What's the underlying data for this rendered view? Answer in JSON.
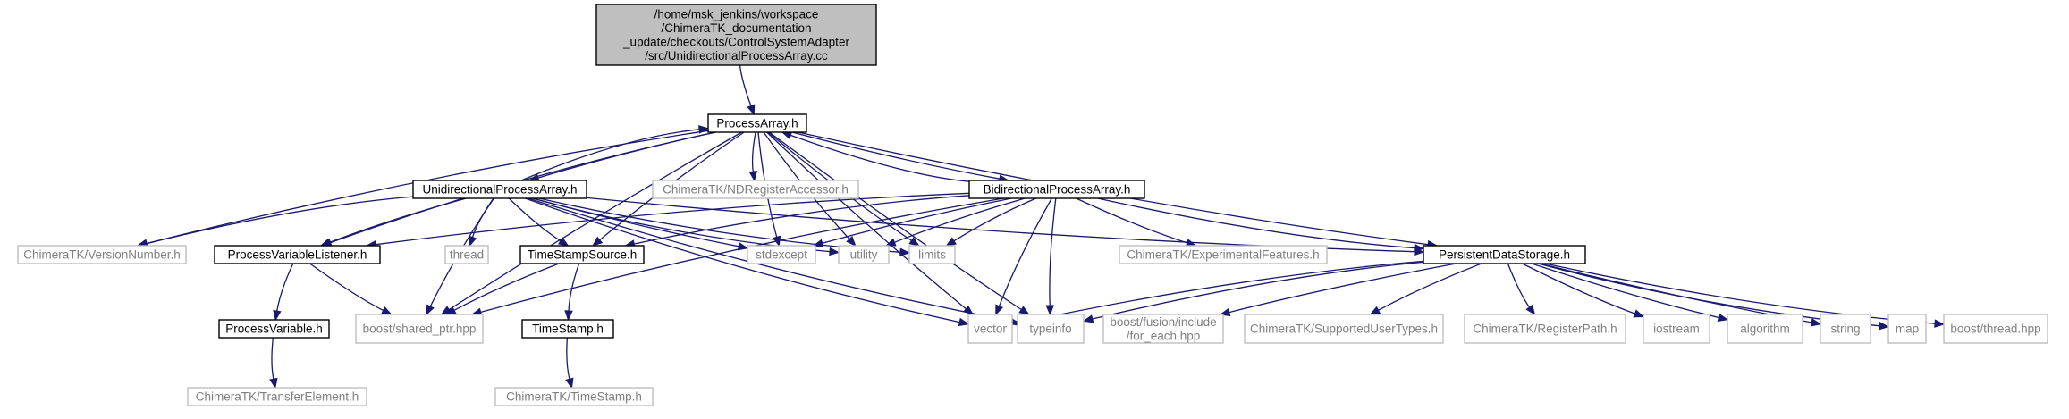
{
  "colors": {
    "edge": "#191970",
    "root_fill": "#bfbfbf",
    "node_border": "#000000",
    "external_border": "#bfbfbf",
    "external_text": "#7f7f7f"
  },
  "nodes": [
    {
      "id": "root",
      "kind": "root",
      "lines": [
        "/home/msk_jenkins/workspace",
        "/ChimeraTK_documentation",
        "_update/checkouts/ControlSystemAdapter",
        "/src/UnidirectionalProcessArray.cc"
      ]
    },
    {
      "id": "pa",
      "kind": "file",
      "lines": [
        "ProcessArray.h"
      ]
    },
    {
      "id": "upa",
      "kind": "file",
      "lines": [
        "UnidirectionalProcessArray.h"
      ]
    },
    {
      "id": "nda",
      "kind": "external",
      "lines": [
        "ChimeraTK/NDRegisterAccessor.h"
      ]
    },
    {
      "id": "bpa",
      "kind": "file",
      "lines": [
        "BidirectionalProcessArray.h"
      ]
    },
    {
      "id": "vn",
      "kind": "external",
      "lines": [
        "ChimeraTK/VersionNumber.h"
      ]
    },
    {
      "id": "pvl",
      "kind": "file",
      "lines": [
        "ProcessVariableListener.h"
      ]
    },
    {
      "id": "thread",
      "kind": "external",
      "lines": [
        "thread"
      ]
    },
    {
      "id": "tss",
      "kind": "file",
      "lines": [
        "TimeStampSource.h"
      ]
    },
    {
      "id": "stdexcept",
      "kind": "external",
      "lines": [
        "stdexcept"
      ]
    },
    {
      "id": "utility",
      "kind": "external",
      "lines": [
        "utility"
      ]
    },
    {
      "id": "limits",
      "kind": "external",
      "lines": [
        "limits"
      ]
    },
    {
      "id": "expf",
      "kind": "external",
      "lines": [
        "ChimeraTK/ExperimentalFeatures.h"
      ]
    },
    {
      "id": "pds",
      "kind": "file",
      "lines": [
        "PersistentDataStorage.h"
      ]
    },
    {
      "id": "pv",
      "kind": "file",
      "lines": [
        "ProcessVariable.h"
      ]
    },
    {
      "id": "bsp",
      "kind": "external",
      "lines": [
        "boost/shared_ptr.hpp"
      ]
    },
    {
      "id": "ts",
      "kind": "file",
      "lines": [
        "TimeStamp.h"
      ]
    },
    {
      "id": "vector",
      "kind": "external",
      "lines": [
        "vector"
      ]
    },
    {
      "id": "typeinfo",
      "kind": "external",
      "lines": [
        "typeinfo"
      ]
    },
    {
      "id": "bfe",
      "kind": "external",
      "lines": [
        "boost/fusion/include",
        "/for_each.hpp"
      ]
    },
    {
      "id": "sut",
      "kind": "external",
      "lines": [
        "ChimeraTK/SupportedUserTypes.h"
      ]
    },
    {
      "id": "rp",
      "kind": "external",
      "lines": [
        "ChimeraTK/RegisterPath.h"
      ]
    },
    {
      "id": "iostream",
      "kind": "external",
      "lines": [
        "iostream"
      ]
    },
    {
      "id": "algorithm",
      "kind": "external",
      "lines": [
        "algorithm"
      ]
    },
    {
      "id": "string",
      "kind": "external",
      "lines": [
        "string"
      ]
    },
    {
      "id": "map",
      "kind": "external",
      "lines": [
        "map"
      ]
    },
    {
      "id": "bth",
      "kind": "external",
      "lines": [
        "boost/thread.hpp"
      ]
    },
    {
      "id": "te",
      "kind": "external",
      "lines": [
        "ChimeraTK/TransferElement.h"
      ]
    },
    {
      "id": "tsh",
      "kind": "external",
      "lines": [
        "ChimeraTK/TimeStamp.h"
      ]
    }
  ],
  "edges": [
    [
      "root",
      "pa"
    ],
    [
      "pa",
      "upa"
    ],
    [
      "pa",
      "nda"
    ],
    [
      "pa",
      "bpa"
    ],
    [
      "pa",
      "vn"
    ],
    [
      "pa",
      "pvl"
    ],
    [
      "pa",
      "tss"
    ],
    [
      "pa",
      "utility"
    ],
    [
      "pa",
      "limits"
    ],
    [
      "pa",
      "pds"
    ],
    [
      "pa",
      "bsp"
    ],
    [
      "pa",
      "vector"
    ],
    [
      "pa",
      "typeinfo"
    ],
    [
      "pa",
      "stdexcept"
    ],
    [
      "upa",
      "pa"
    ],
    [
      "upa",
      "vn"
    ],
    [
      "upa",
      "pvl"
    ],
    [
      "upa",
      "thread"
    ],
    [
      "upa",
      "tss"
    ],
    [
      "upa",
      "stdexcept"
    ],
    [
      "upa",
      "utility"
    ],
    [
      "upa",
      "limits"
    ],
    [
      "upa",
      "pds"
    ],
    [
      "upa",
      "bsp"
    ],
    [
      "upa",
      "vector"
    ],
    [
      "upa",
      "typeinfo"
    ],
    [
      "bpa",
      "pa"
    ],
    [
      "bpa",
      "pvl"
    ],
    [
      "bpa",
      "tss"
    ],
    [
      "bpa",
      "stdexcept"
    ],
    [
      "bpa",
      "utility"
    ],
    [
      "bpa",
      "limits"
    ],
    [
      "bpa",
      "expf"
    ],
    [
      "bpa",
      "pds"
    ],
    [
      "bpa",
      "bsp"
    ],
    [
      "bpa",
      "vector"
    ],
    [
      "bpa",
      "typeinfo"
    ],
    [
      "pvl",
      "pv"
    ],
    [
      "pvl",
      "bsp"
    ],
    [
      "tss",
      "ts"
    ],
    [
      "tss",
      "bsp"
    ],
    [
      "pv",
      "te"
    ],
    [
      "ts",
      "tsh"
    ],
    [
      "pds",
      "vector"
    ],
    [
      "pds",
      "typeinfo"
    ],
    [
      "pds",
      "bfe"
    ],
    [
      "pds",
      "sut"
    ],
    [
      "pds",
      "rp"
    ],
    [
      "pds",
      "iostream"
    ],
    [
      "pds",
      "algorithm"
    ],
    [
      "pds",
      "string"
    ],
    [
      "pds",
      "map"
    ],
    [
      "pds",
      "bth"
    ]
  ]
}
